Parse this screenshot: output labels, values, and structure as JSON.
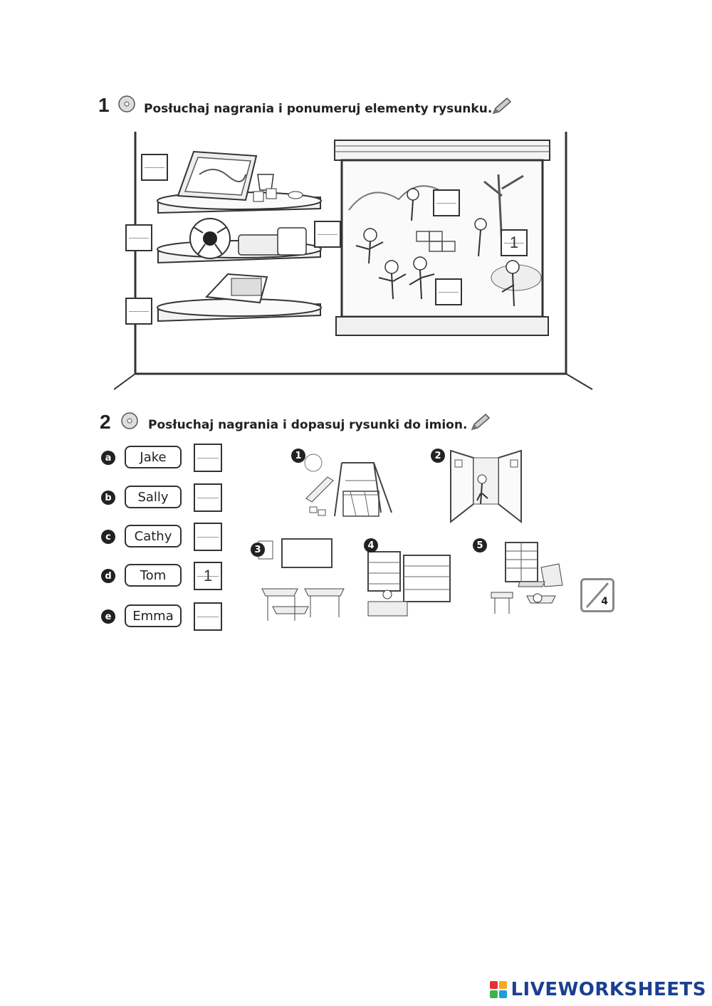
{
  "exercise1": {
    "number": "1",
    "instruction": "Posłuchaj nagrania i ponumeruj elementy rysunku.",
    "boxes": [
      {
        "value": ""
      },
      {
        "value": ""
      },
      {
        "value": ""
      },
      {
        "value": ""
      },
      {
        "value": ""
      },
      {
        "value": ""
      },
      {
        "value": "1"
      }
    ]
  },
  "exercise2": {
    "number": "2",
    "instruction": "Posłuchaj nagrania i dopasuj rysunki do imion.",
    "names": [
      {
        "letter": "a",
        "name": "Jake",
        "answer": ""
      },
      {
        "letter": "b",
        "name": "Sally",
        "answer": ""
      },
      {
        "letter": "c",
        "name": "Cathy",
        "answer": ""
      },
      {
        "letter": "d",
        "name": "Tom",
        "answer": "1"
      },
      {
        "letter": "e",
        "name": "Emma",
        "answer": ""
      }
    ],
    "pictures": [
      "1",
      "2",
      "3",
      "4",
      "5"
    ],
    "score_total": "4"
  },
  "footer": {
    "logo_text": "LIVEWORKSHEETS",
    "logo_colors": [
      "#e8302f",
      "#f7a823",
      "#3bb54a",
      "#1a9fd9"
    ]
  }
}
